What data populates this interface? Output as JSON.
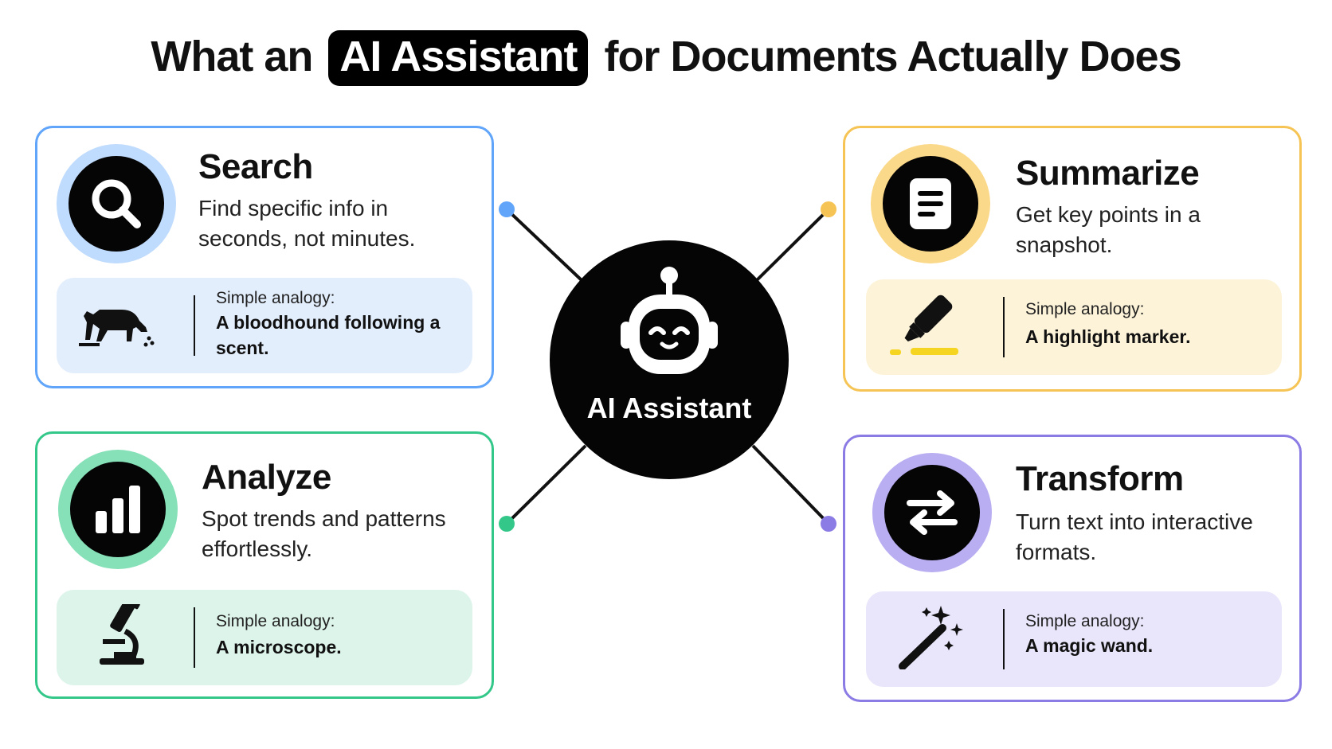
{
  "title": {
    "before": "What an",
    "highlight": "AI Assistant",
    "after": "for Documents Actually Does"
  },
  "hub": {
    "label": "AI Assistant",
    "icon": "robot-icon"
  },
  "cards": [
    {
      "key": "search",
      "title": "Search",
      "description": "Find specific info in seconds, not minutes.",
      "icon": "search-icon",
      "accent": "#60A5FA",
      "analogy_label": "Simple analogy:",
      "analogy_value": "A bloodhound following a scent.",
      "analogy_icon": "bloodhound-icon",
      "analogy_bg": "#E3EEFD"
    },
    {
      "key": "summarize",
      "title": "Summarize",
      "description": "Get key points in a snapshot.",
      "icon": "document-icon",
      "accent": "#F6C454",
      "analogy_label": "Simple analogy:",
      "analogy_value": "A highlight marker.",
      "analogy_icon": "highlighter-icon",
      "analogy_bg": "#FDF3D9"
    },
    {
      "key": "analyze",
      "title": "Analyze",
      "description": "Spot trends and patterns effortlessly.",
      "icon": "bar-chart-icon",
      "accent": "#34C78A",
      "analogy_label": "Simple analogy:",
      "analogy_value": "A microscope.",
      "analogy_icon": "microscope-icon",
      "analogy_bg": "#DDF4EA"
    },
    {
      "key": "transform",
      "title": "Transform",
      "description": "Turn text into interactive formats.",
      "icon": "swap-arrows-icon",
      "accent": "#8B7BE4",
      "analogy_label": "Simple analogy:",
      "analogy_value": "A magic wand.",
      "analogy_icon": "magic-wand-icon",
      "analogy_bg": "#E9E5FB"
    }
  ]
}
